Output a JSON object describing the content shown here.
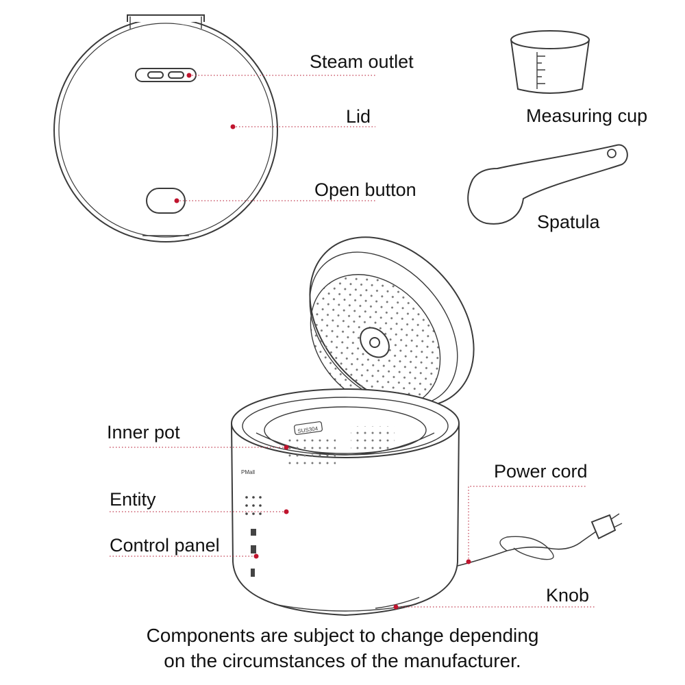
{
  "labels": {
    "steam_outlet": "Steam outlet",
    "lid": "Lid",
    "open_button": "Open button",
    "measuring_cup": "Measuring cup",
    "spatula": "Spatula",
    "inner_pot": "Inner pot",
    "entity": "Entity",
    "control_panel": "Control panel",
    "power_cord": "Power cord",
    "knob": "Knob"
  },
  "footnote": {
    "line1": "Components are subject to change depending",
    "line2": "on the circumstances of the manufacturer."
  },
  "markings": {
    "inner_pot": "SUS304",
    "body_logo": "PMall"
  },
  "colors": {
    "line": "#3a3a3a",
    "leader": "#c0394d",
    "dot": "#c0142e"
  }
}
